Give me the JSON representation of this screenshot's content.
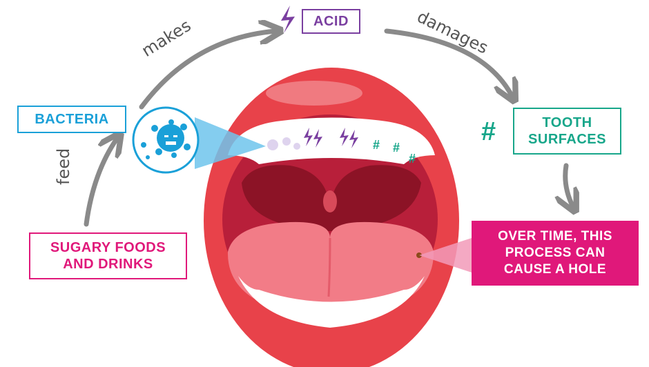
{
  "nodes": {
    "bacteria": "BACTERIA",
    "acid": "ACID",
    "tooth_line1": "TOOTH",
    "tooth_line2": "SURFACES",
    "sugary_line1": "SUGARY FOODS",
    "sugary_line2": "AND DRINKS",
    "hole_line1": "OVER TIME, THIS",
    "hole_line2": "PROCESS CAN",
    "hole_line3": "CAUSE A HOLE"
  },
  "edges": {
    "makes": "makes",
    "damages": "damages",
    "feed": "feed"
  },
  "symbols": {
    "hash": "#"
  },
  "colors": {
    "bacteria": "#1aa0d8",
    "acid": "#7a3fa0",
    "tooth": "#17a68a",
    "sugary": "#e0187a",
    "arrow": "#8a8a8a",
    "lips": "#e8424a",
    "tongue": "#f27c87"
  }
}
